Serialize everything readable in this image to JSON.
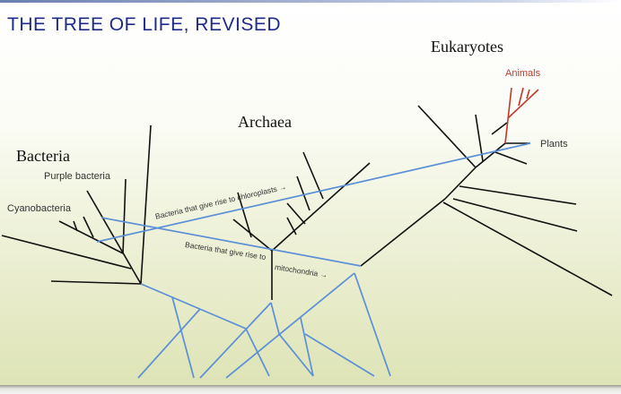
{
  "title": "THE TREE OF LIFE, REVISED",
  "groups": {
    "bacteria": "Bacteria",
    "archaea": "Archaea",
    "eukaryotes": "Eukaryotes"
  },
  "labels": {
    "purple_bacteria": "Purple bacteria",
    "cyanobacteria": "Cyanobacteria",
    "animals": "Animals",
    "plants": "Plants",
    "chloroplasts": "Bacteria that give rise to chloroplasts →",
    "mitochondria_prefix": "Bacteria that give rise to",
    "mitochondria_word": "mitochondria →"
  },
  "colors": {
    "title": "#1e2a8a",
    "tree": "#111111",
    "transfer": "#5b8fd6",
    "animals": "#c0392b"
  }
}
